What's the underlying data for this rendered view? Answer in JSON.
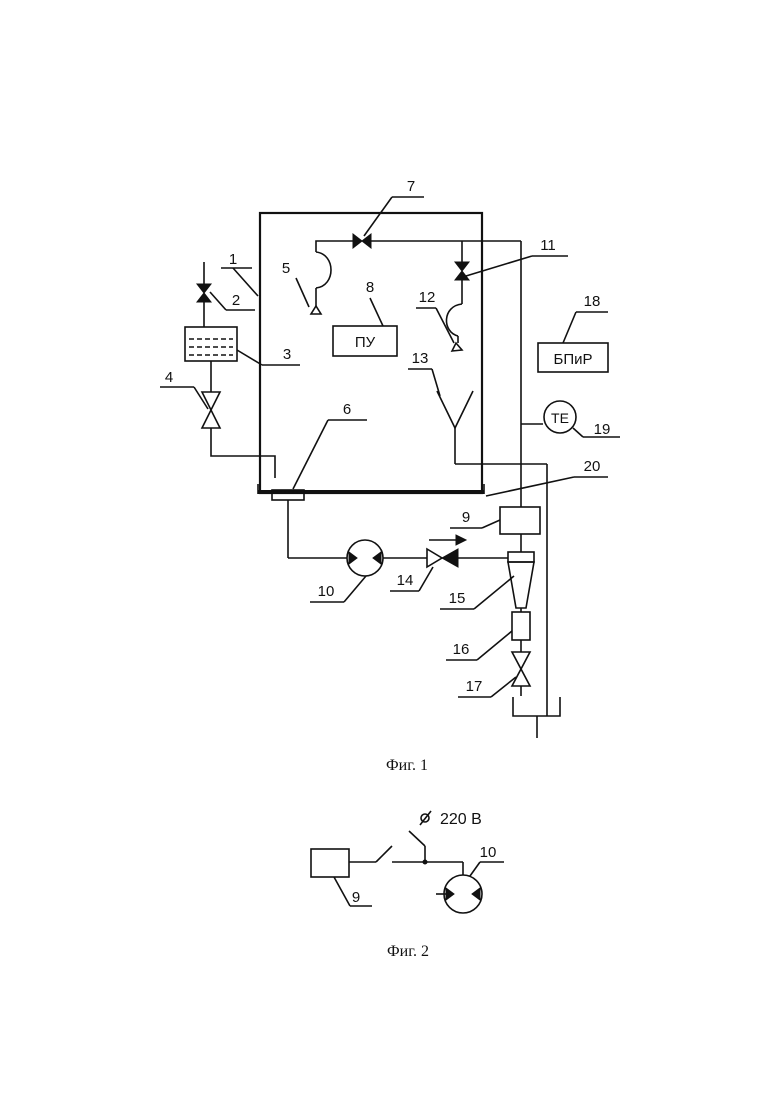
{
  "figure1": {
    "caption": "Фиг. 1",
    "labels": {
      "n1": "1",
      "n2": "2",
      "n3": "3",
      "n4": "4",
      "n5": "5",
      "n6": "6",
      "n7": "7",
      "n8": "8",
      "n9": "9",
      "n10": "10",
      "n11": "11",
      "n12": "12",
      "n13": "13",
      "n14": "14",
      "n15": "15",
      "n16": "16",
      "n17": "17",
      "n18": "18",
      "n19": "19",
      "n20": "20"
    },
    "blocks": {
      "pu": "ПУ",
      "bpir": "БПиР",
      "te": "ТЕ"
    }
  },
  "figure2": {
    "caption": "Фиг. 2",
    "voltage": "220 В",
    "labels": {
      "n9": "9",
      "n10": "10"
    }
  }
}
